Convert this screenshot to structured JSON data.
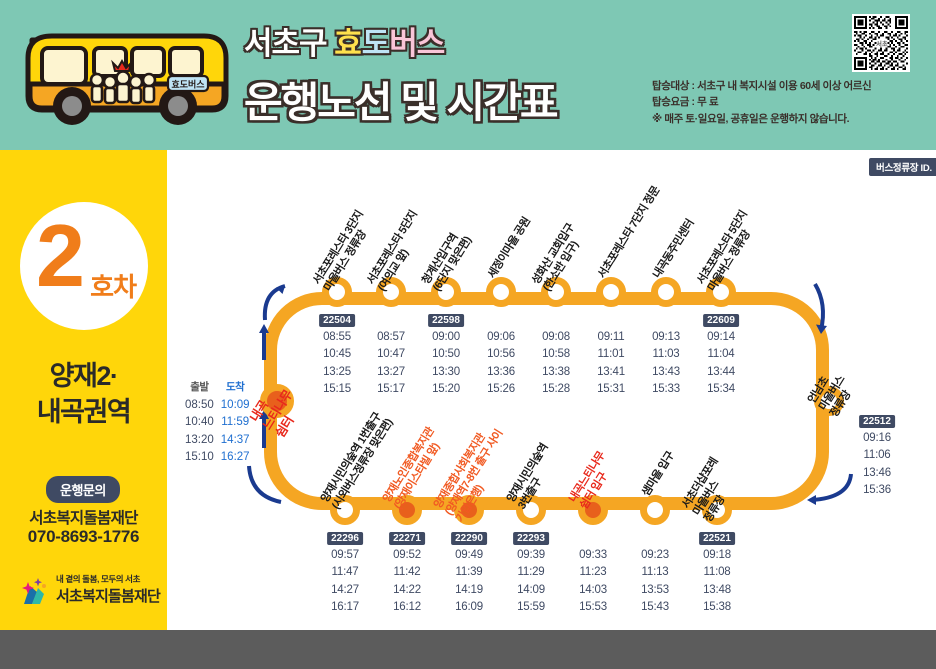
{
  "header": {
    "title_line1_parts": [
      {
        "text": "서초구 ",
        "tone": "w"
      },
      {
        "text": "효",
        "tone": "y"
      },
      {
        "text": "도",
        "tone": "b"
      },
      {
        "text": "버스",
        "tone": "p"
      }
    ],
    "title_line1": "서초구 효도버스",
    "title_line2": "운행노선 및 시간표",
    "notes": [
      "탑승대상 : 서초구 내 복지시설 이용 60세 이상 어르신",
      "탑승요금 : 무    료",
      "※ 매주 토·일요일, 공휴일은 운행하지 않습니다."
    ],
    "qr_label": "서초",
    "bus_badge_text": "효도버스"
  },
  "sidebar": {
    "route_number": "2",
    "route_unit": "호차",
    "route_area": "양재2·\n내곡권역",
    "route_area_line1": "양재2·",
    "route_area_line2": "내곡권역",
    "contact_pill": "운행문의",
    "contact_org": "서초복지돌봄재단",
    "contact_phone": "070-8693-1776",
    "logo_tagline": "내 곁의 돌봄, 모두의 서초",
    "logo_name": "서초복지돌봄재단"
  },
  "map": {
    "id_legend": "버스정류장 ID.",
    "terminal": {
      "name_line1": "내곡",
      "name_line2": "느티나무",
      "name_line3": "쉼터",
      "name": "내곡느티나무쉼터",
      "col_depart": "출발",
      "col_arrive": "도착",
      "departures": [
        "08:50",
        "10:40",
        "13:20",
        "15:10"
      ],
      "arrivals": [
        "10:09",
        "11:59",
        "14:37",
        "16:27"
      ]
    },
    "top_stops": [
      {
        "label_lines": [
          "서초포레스타 3단지",
          "마을버스 정류장"
        ],
        "id": "22504",
        "times": [
          "08:55",
          "10:45",
          "13:25",
          "15:15"
        ],
        "style": "normal"
      },
      {
        "label_lines": [
          "서초포레스타 5단지",
          "(여의교 앞)"
        ],
        "id": "",
        "times": [
          "08:57",
          "10:47",
          "13:27",
          "15:17"
        ],
        "style": "normal"
      },
      {
        "label_lines": [
          "청계산입구역",
          "(6단지 맞은편)"
        ],
        "id": "22598",
        "times": [
          "09:00",
          "10:50",
          "13:30",
          "15:20"
        ],
        "style": "normal"
      },
      {
        "label_lines": [
          "세정이마을 공원"
        ],
        "id": "",
        "times": [
          "09:06",
          "10:56",
          "13:36",
          "15:26"
        ],
        "style": "normal"
      },
      {
        "label_lines": [
          "성화산 교회입구",
          "(한소반 입구)"
        ],
        "id": "",
        "times": [
          "09:08",
          "10:58",
          "13:38",
          "15:28"
        ],
        "style": "normal"
      },
      {
        "label_lines": [
          "서초포레스타 7단지 정문"
        ],
        "id": "",
        "times": [
          "09:11",
          "11:01",
          "13:41",
          "15:31"
        ],
        "style": "normal"
      },
      {
        "label_lines": [
          "내곡동주민센터"
        ],
        "id": "",
        "times": [
          "09:13",
          "11:03",
          "13:43",
          "15:33"
        ],
        "style": "normal"
      },
      {
        "label_lines": [
          "서초포레스타 5단지",
          "마을버스 정류장"
        ],
        "id": "22609",
        "times": [
          "09:14",
          "11:04",
          "13:44",
          "15:34"
        ],
        "style": "normal"
      }
    ],
    "right_stop": {
      "label_lines": [
        "언남초",
        "마을버스",
        "정류장"
      ],
      "id": "22512",
      "times": [
        "09:16",
        "11:06",
        "13:46",
        "15:36"
      ],
      "style": "normal"
    },
    "bottom_stops": [
      {
        "label_lines": [
          "양재시민의숲역 1번출구",
          "(시외버스정류장 맞은편)"
        ],
        "id": "22296",
        "times": [
          "09:57",
          "11:47",
          "14:27",
          "16:17"
        ],
        "style": "normal"
      },
      {
        "label_lines": [
          "양재노인종합복지관",
          "(양재이스타빌 앞)"
        ],
        "id": "22271",
        "times": [
          "09:52",
          "11:42",
          "14:22",
          "16:12"
        ],
        "style": "accent"
      },
      {
        "label_lines": [
          "양재종합사회복지관",
          "(양재역7-8번 출구 사이",
          "기업은행)"
        ],
        "id": "22290",
        "times": [
          "09:49",
          "11:39",
          "14:19",
          "16:09"
        ],
        "style": "accent"
      },
      {
        "label_lines": [
          "양재시민의숲역",
          "3번출구"
        ],
        "id": "22293",
        "times": [
          "09:39",
          "11:29",
          "14:09",
          "15:59"
        ],
        "style": "normal"
      },
      {
        "label_lines": [
          "내곡느티나무",
          "쉼터 입구"
        ],
        "id": "",
        "times": [
          "09:33",
          "11:23",
          "14:03",
          "15:53"
        ],
        "style": "red"
      },
      {
        "label_lines": [
          "샘마을 입구"
        ],
        "id": "",
        "times": [
          "09:23",
          "11:13",
          "13:53",
          "15:43"
        ],
        "style": "normal"
      },
      {
        "label_lines": [
          "서초더샵포레",
          "마을버스",
          "정류장"
        ],
        "id": "22521",
        "times": [
          "09:18",
          "11:08",
          "13:48",
          "15:38"
        ],
        "style": "normal"
      }
    ]
  },
  "colors": {
    "header_bg": "#7ec8b4",
    "sidebar_bg": "#ffd60a",
    "route_line": "#f5a623",
    "accent_orange": "#e8601c",
    "badge_navy": "#3f4a63",
    "arrow_navy": "#1a3a8f",
    "red": "#e8291c",
    "footer": "#5c5c5c"
  }
}
